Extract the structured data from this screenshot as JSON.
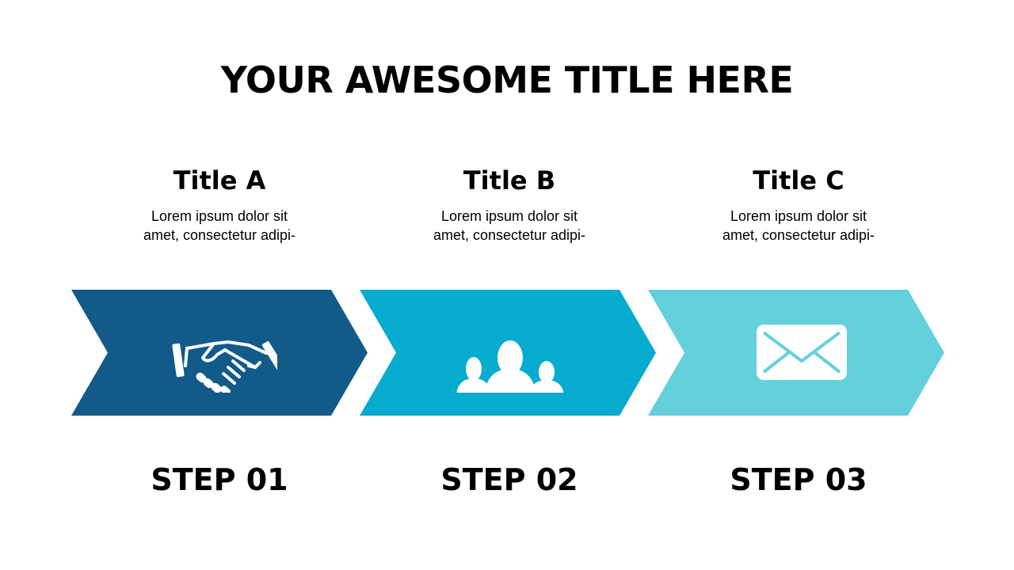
{
  "title": "YOUR AWESOME TITLE HERE",
  "steps": [
    {
      "heading": "Title A",
      "description_line1": "Lorem ipsum dolor sit",
      "description_line2": "amet, consectetur adipi-",
      "label": "STEP 01",
      "icon": "handshake-icon",
      "color": "#125A87"
    },
    {
      "heading": "Title B",
      "description_line1": "Lorem ipsum dolor sit",
      "description_line2": "amet, consectetur adipi-",
      "label": "STEP 02",
      "icon": "people-group-icon",
      "color": "#06ABCF"
    },
    {
      "heading": "Title C",
      "description_line1": "Lorem ipsum dolor sit",
      "description_line2": "amet, consectetur adipi-",
      "label": "STEP 03",
      "icon": "envelope-icon",
      "color": "#64D0DC"
    }
  ]
}
